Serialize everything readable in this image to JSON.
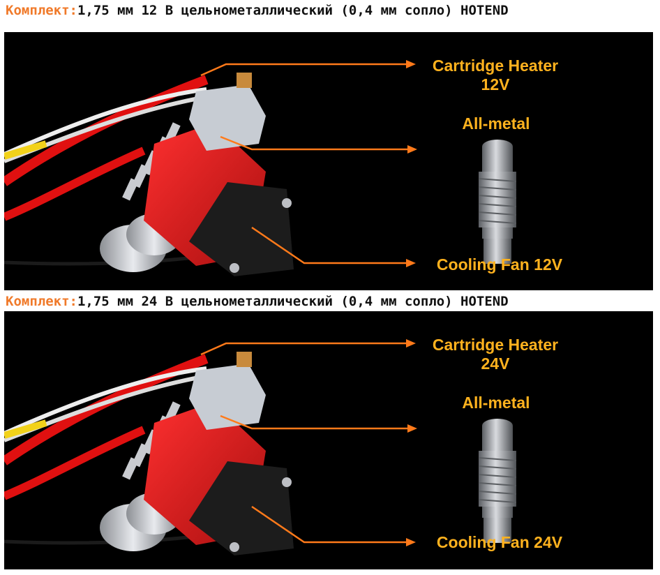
{
  "sections": [
    {
      "heading": {
        "prefix": "Комплект:",
        "text": "1,75 мм 12 В цельнометаллический (0,4 мм сопло) HOTEND"
      },
      "labels": {
        "heater_line1": "Cartridge Heater",
        "heater_line2": "12V",
        "allmetal": "All-metal",
        "fan": "Cooling Fan 12V"
      }
    },
    {
      "heading": {
        "prefix": "Комплект:",
        "text": "1,75 мм 24 В цельнометаллический (0,4 мм сопло) HOTEND"
      },
      "labels": {
        "heater_line1": "Cartridge Heater",
        "heater_line2": "24V",
        "allmetal": "All-metal",
        "fan": "Cooling Fan 24V"
      }
    }
  ],
  "colors": {
    "heading_prefix": "#f07a2a",
    "label": "#ffb21e",
    "arrow": "#ff7a1a",
    "panel_bg": "#000000",
    "heatsink_red": "#d61a1a"
  },
  "icons": [
    "arrow-icon",
    "hotend-illustration",
    "heatbreak-illustration"
  ]
}
